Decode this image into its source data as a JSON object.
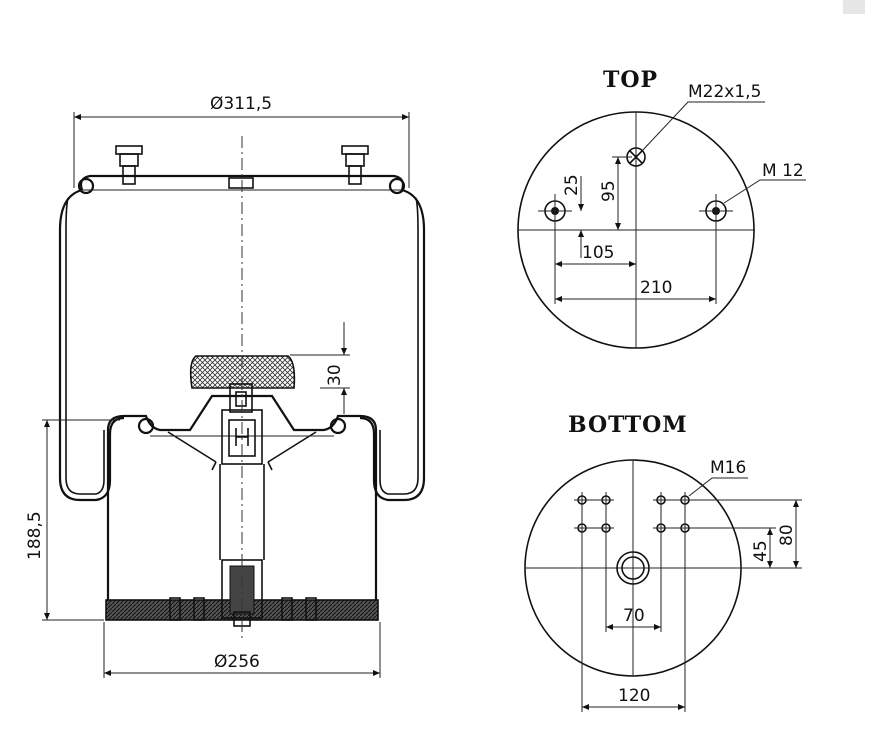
{
  "side_view": {
    "top_diameter": "Ø311,5",
    "bottom_diameter": "Ø256",
    "height": "188,5",
    "bumper_height": "30"
  },
  "top_view": {
    "title": "TOP",
    "center_thread": "M22x1,5",
    "bolt_thread": "M 12",
    "dim_25": "25",
    "dim_95": "95",
    "dim_105": "105",
    "dim_210": "210"
  },
  "bottom_view": {
    "title": "BOTTOM",
    "bolt_thread": "M16",
    "dim_45": "45",
    "dim_80": "80",
    "dim_70": "70",
    "dim_120": "120"
  }
}
